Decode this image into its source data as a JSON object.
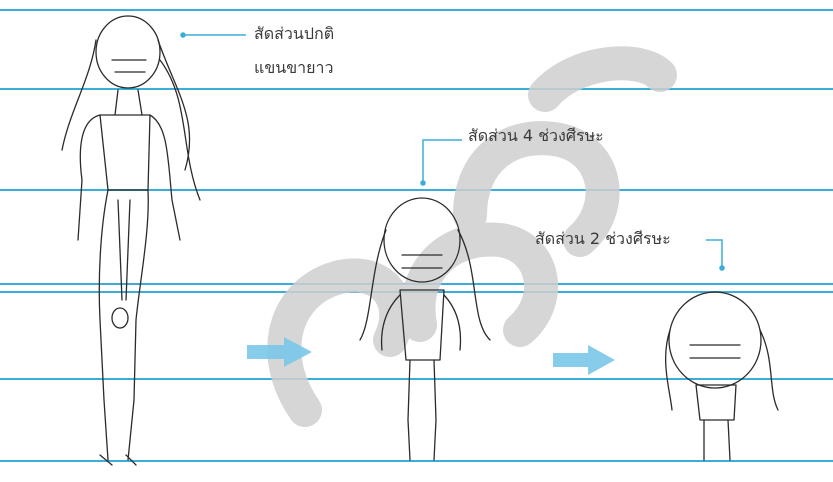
{
  "annotations": {
    "normal_proportion": "สัดส่วนปกติ",
    "long_arms": "แขนขายาว",
    "four_heads": "สัดส่วน 4 ช่วงศีรษะ",
    "two_heads": "สัดส่วน 2 ช่วงศีรษะ"
  },
  "colors": {
    "guide_line": "#3aaed8",
    "arrow": "#7cc7ea",
    "watermark": "#cfcfcf",
    "sketch": "#2b2b2b"
  },
  "icons": {
    "arrow_1": "arrow-right-icon",
    "arrow_2": "arrow-right-icon",
    "watermark": "publisher-watermark-logo"
  }
}
